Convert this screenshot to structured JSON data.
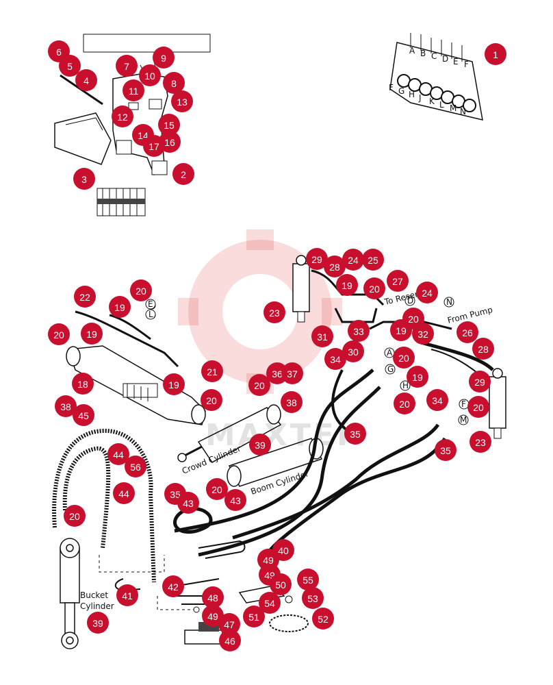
{
  "diagram": {
    "labels": {
      "crowd_cylinder": "Crowd Cylinder",
      "boom_cylinder": "Boom Cylinder",
      "bucket_cylinder_line1": "Bucket",
      "bucket_cylinder_line2": "Cylinder",
      "to_reservoir": "To Reservoir",
      "from_pump": "From Pump"
    },
    "port_letters": [
      "A",
      "G",
      "H",
      "D",
      "F",
      "M",
      "N",
      "E",
      "L"
    ],
    "valve_letters_top": [
      "A",
      "B",
      "C",
      "D",
      "E",
      "F"
    ],
    "valve_letters_bottom": [
      "F",
      "G",
      "H",
      "J",
      "K",
      "L",
      "M",
      "N"
    ],
    "watermark": "MAXTEK",
    "badges": [
      {
        "id": "b1",
        "n": "1"
      },
      {
        "id": "b2",
        "n": "2"
      },
      {
        "id": "b3",
        "n": "3"
      },
      {
        "id": "b4",
        "n": "4"
      },
      {
        "id": "b5",
        "n": "5"
      },
      {
        "id": "b6",
        "n": "6"
      },
      {
        "id": "b7",
        "n": "7"
      },
      {
        "id": "b8",
        "n": "8"
      },
      {
        "id": "b9",
        "n": "9"
      },
      {
        "id": "b10",
        "n": "10"
      },
      {
        "id": "b11",
        "n": "11"
      },
      {
        "id": "b12",
        "n": "12"
      },
      {
        "id": "b13",
        "n": "13"
      },
      {
        "id": "b14",
        "n": "14"
      },
      {
        "id": "b15",
        "n": "15"
      },
      {
        "id": "b16",
        "n": "16"
      },
      {
        "id": "b17",
        "n": "17"
      },
      {
        "id": "b18",
        "n": "18"
      },
      {
        "id": "b19a",
        "n": "19"
      },
      {
        "id": "b19b",
        "n": "19"
      },
      {
        "id": "b19c",
        "n": "19"
      },
      {
        "id": "b19d",
        "n": "19"
      },
      {
        "id": "b19e",
        "n": "19"
      },
      {
        "id": "b19f",
        "n": "19"
      },
      {
        "id": "b20a",
        "n": "20"
      },
      {
        "id": "b20b",
        "n": "20"
      },
      {
        "id": "b20c",
        "n": "20"
      },
      {
        "id": "b20d",
        "n": "20"
      },
      {
        "id": "b20e",
        "n": "20"
      },
      {
        "id": "b20f",
        "n": "20"
      },
      {
        "id": "b20g",
        "n": "20"
      },
      {
        "id": "b20h",
        "n": "20"
      },
      {
        "id": "b20i",
        "n": "20"
      },
      {
        "id": "b20j",
        "n": "20"
      },
      {
        "id": "b20k",
        "n": "20"
      },
      {
        "id": "b21",
        "n": "21"
      },
      {
        "id": "b22",
        "n": "22"
      },
      {
        "id": "b23a",
        "n": "23"
      },
      {
        "id": "b23b",
        "n": "23"
      },
      {
        "id": "b24a",
        "n": "24"
      },
      {
        "id": "b24b",
        "n": "24"
      },
      {
        "id": "b25",
        "n": "25"
      },
      {
        "id": "b26",
        "n": "26"
      },
      {
        "id": "b27",
        "n": "27"
      },
      {
        "id": "b28a",
        "n": "28"
      },
      {
        "id": "b28b",
        "n": "28"
      },
      {
        "id": "b29a",
        "n": "29"
      },
      {
        "id": "b29b",
        "n": "29"
      },
      {
        "id": "b30",
        "n": "30"
      },
      {
        "id": "b31",
        "n": "31"
      },
      {
        "id": "b32",
        "n": "32"
      },
      {
        "id": "b33",
        "n": "33"
      },
      {
        "id": "b34a",
        "n": "34"
      },
      {
        "id": "b34b",
        "n": "34"
      },
      {
        "id": "b35a",
        "n": "35"
      },
      {
        "id": "b35b",
        "n": "35"
      },
      {
        "id": "b35c",
        "n": "35"
      },
      {
        "id": "b36",
        "n": "36"
      },
      {
        "id": "b37",
        "n": "37"
      },
      {
        "id": "b38a",
        "n": "38"
      },
      {
        "id": "b38b",
        "n": "38"
      },
      {
        "id": "b39a",
        "n": "39"
      },
      {
        "id": "b39b",
        "n": "39"
      },
      {
        "id": "b40",
        "n": "40"
      },
      {
        "id": "b41",
        "n": "41"
      },
      {
        "id": "b42",
        "n": "42"
      },
      {
        "id": "b43a",
        "n": "43"
      },
      {
        "id": "b43b",
        "n": "43"
      },
      {
        "id": "b44a",
        "n": "44"
      },
      {
        "id": "b44b",
        "n": "44"
      },
      {
        "id": "b45",
        "n": "45"
      },
      {
        "id": "b46",
        "n": "46"
      },
      {
        "id": "b47",
        "n": "47"
      },
      {
        "id": "b48",
        "n": "48"
      },
      {
        "id": "b49a",
        "n": "49"
      },
      {
        "id": "b49b",
        "n": "49"
      },
      {
        "id": "b49c",
        "n": "49"
      },
      {
        "id": "b50",
        "n": "50"
      },
      {
        "id": "b51",
        "n": "51"
      },
      {
        "id": "b52",
        "n": "52"
      },
      {
        "id": "b53",
        "n": "53"
      },
      {
        "id": "b54",
        "n": "54"
      },
      {
        "id": "b55",
        "n": "55"
      },
      {
        "id": "b56",
        "n": "56"
      }
    ],
    "badge_color": "#c8102e"
  }
}
